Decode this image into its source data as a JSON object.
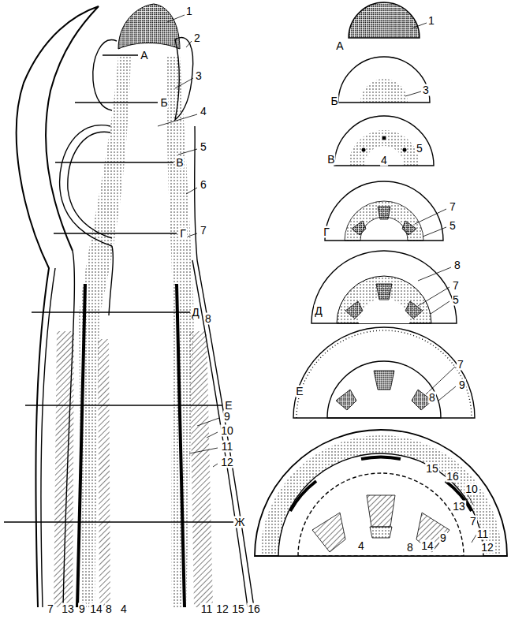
{
  "diagram": {
    "labels": [
      "1",
      "А",
      "2",
      "Б",
      "3",
      "4",
      "В",
      "5",
      "6",
      "Г",
      "7",
      "Д",
      "8",
      "Е",
      "9",
      "10",
      "11",
      "12",
      "Ж",
      "7",
      "13",
      "9",
      "14",
      "8",
      "4",
      "11",
      "12",
      "15",
      "16",
      "А",
      "1",
      "Б",
      "3",
      "В",
      "5",
      "4",
      "Г",
      "7",
      "5",
      "Д",
      "8",
      "7",
      "5",
      "Е",
      "7",
      "9",
      "8",
      "15",
      "16",
      "10",
      "13",
      "7",
      "11",
      "12",
      "4",
      "8",
      "14",
      "9"
    ]
  }
}
